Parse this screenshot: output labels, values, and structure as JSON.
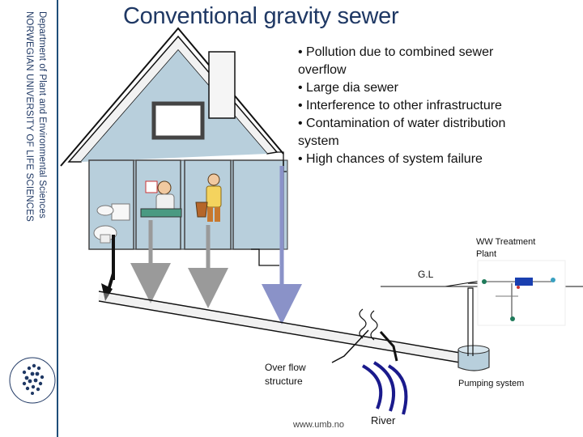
{
  "sidebar": {
    "department": "Department of Plant and Environmental Sciences",
    "university": "NORWEGIAN UNIVERSITY OF LIFE SCIENCES",
    "url": "www.umb.no"
  },
  "title": "Conventional gravity sewer",
  "bullets": [
    "• Pollution due to combined sewer overflow",
    "• Large dia sewer",
    "• Interference to other infrastructure",
    "• Contamination of water distribution system",
    "• High chances of system failure"
  ],
  "labels": {
    "treatment_plant": "WW Treatment Plant",
    "ground_level": "G.L",
    "overflow": "Over flow structure",
    "pumping": "Pumping system",
    "river": "River"
  },
  "colors": {
    "house_wall": "#b8cfdc",
    "roof": "#1a1a1a",
    "pipe_arrow": "#9a9a9a",
    "river": "#1a1a8c",
    "text_dark_blue": "#1f3864"
  }
}
